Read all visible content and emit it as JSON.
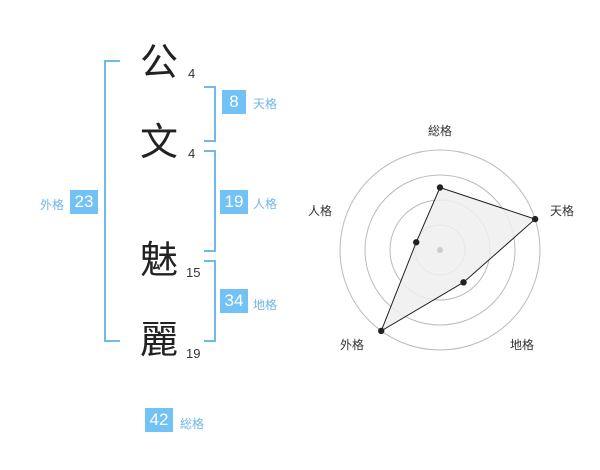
{
  "name": {
    "chars": [
      {
        "char": "公",
        "strokes": "4"
      },
      {
        "char": "文",
        "strokes": "4"
      },
      {
        "char": "魅",
        "strokes": "15"
      },
      {
        "char": "麗",
        "strokes": "19"
      }
    ]
  },
  "fortunes": {
    "tenkaku": {
      "label": "天格",
      "value": "8"
    },
    "jinkaku": {
      "label": "人格",
      "value": "19"
    },
    "chikaku": {
      "label": "地格",
      "value": "34"
    },
    "gaikaku": {
      "label": "外格",
      "value": "23"
    },
    "soukaku": {
      "label": "総格",
      "value": "42"
    }
  },
  "chart_data": {
    "type": "radar",
    "axes": [
      "総格",
      "天格",
      "地格",
      "外格",
      "人格"
    ],
    "levels": 4,
    "values": [
      2.5,
      4,
      1.6,
      4,
      1.0
    ],
    "max": 4,
    "grid": true,
    "colors": {
      "fill": "#eeeeee",
      "line": "#222222",
      "grid": "#bbbbbb"
    }
  }
}
